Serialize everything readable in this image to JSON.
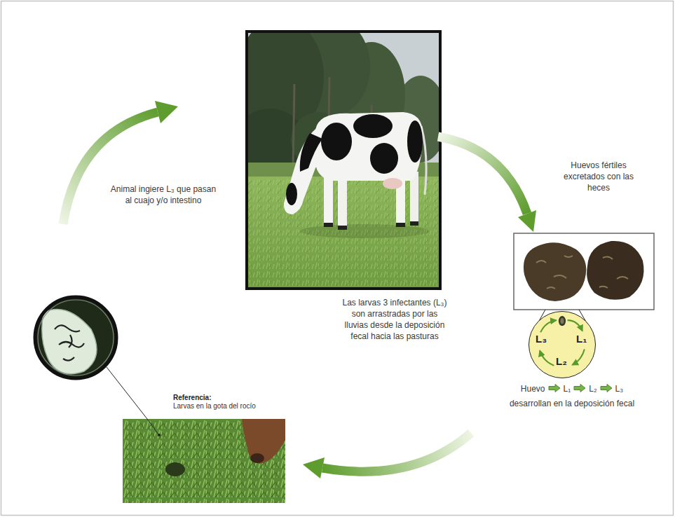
{
  "diagram": {
    "nodes": [
      {
        "text": [
          "L₁",
          "L₂",
          "L₃"
        ]
      },
      {
        "text": [
          "Referencia:",
          "Larvas en la gota del rocío"
        ]
      }
    ],
    "labels": [
      "Huevos fértiles excretados con las heces",
      "Animal ingiere L₃ que pasan al cuajo y/o intestino",
      "Las larvas 3 infectantes (L₃) son arrastradas por las lluvias desde la deposición fecal hacia las pasturas",
      "Huevo",
      "L₁",
      "L₂",
      "L₃",
      "desarrollan en la deposición fecal"
    ]
  }
}
